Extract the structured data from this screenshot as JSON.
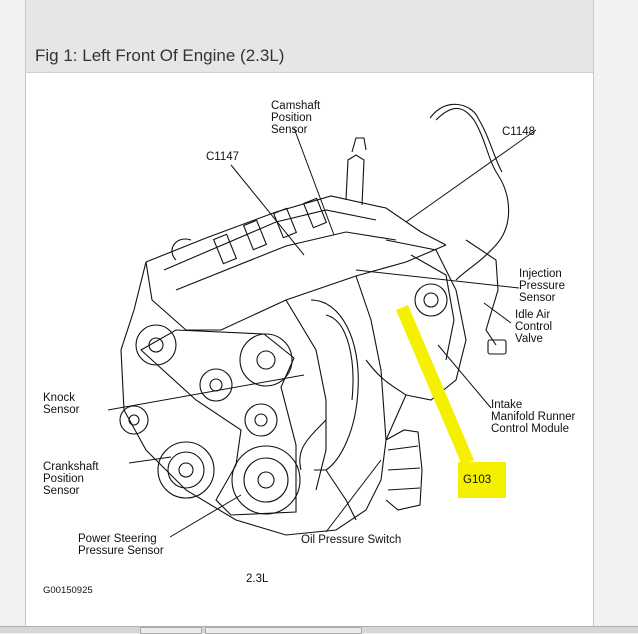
{
  "figure": {
    "title": "Fig 1: Left Front Of Engine (2.3L)",
    "engine_label": "2.3L",
    "figure_id": "G00150925"
  },
  "labels": {
    "camshaft": [
      "Camshaft",
      "Position",
      "Sensor"
    ],
    "c1148": "C1148",
    "c1147": "C1147",
    "injection": [
      "Injection",
      "Pressure",
      "Sensor"
    ],
    "idle": [
      "Idle Air",
      "Control",
      "Valve"
    ],
    "knock": [
      "Knock",
      "Sensor"
    ],
    "intake": [
      "Intake",
      "Manifold Runner",
      "Control Module"
    ],
    "crankshaft": [
      "Crankshaft",
      "Position",
      "Sensor"
    ],
    "g103": "G103",
    "power_steering": [
      "Power Steering",
      "Pressure Sensor"
    ],
    "oil_pressure": "Oil Pressure Switch"
  },
  "colors": {
    "highlight": "#f5f000",
    "ink": "#111111"
  }
}
